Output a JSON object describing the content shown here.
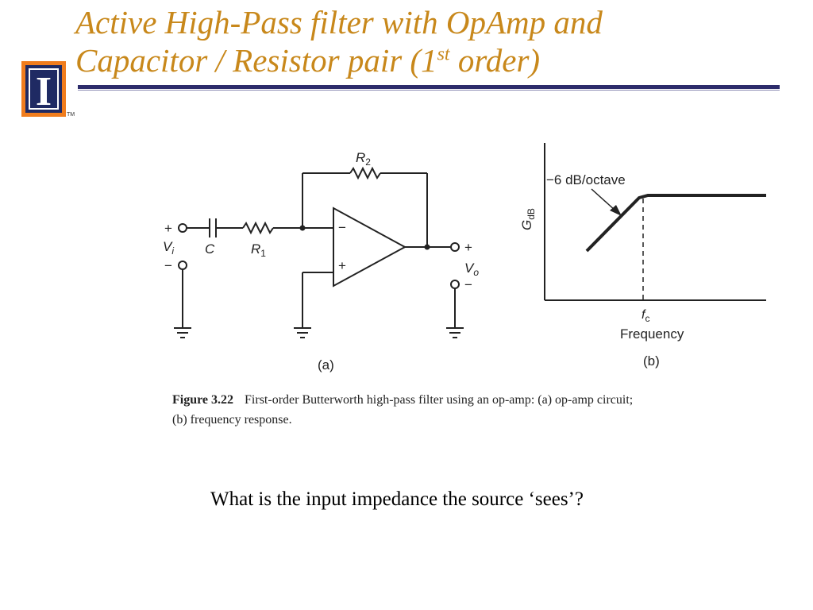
{
  "slide": {
    "title_line1": "Active High-Pass filter with OpAmp and",
    "title_line2_pre": "Capacitor / Resistor pair (1",
    "title_sup": "st",
    "title_line2_post": " order)",
    "logo_letter": "I",
    "trademark": "TM",
    "question": "What is the input impedance the source ‘sees’?"
  },
  "circuit": {
    "r2_label": "R2",
    "vi_plus": "+",
    "vi_minus": "−",
    "c_label": "C",
    "r1_label": "R1",
    "opamp_minus": "−",
    "opamp_plus": "+",
    "vo_plus": "+",
    "vo_minus": "−",
    "panel_label": "(a)"
  },
  "chart_data": {
    "type": "line",
    "slope_label": "−6 dB/octave",
    "ylabel": "GdB",
    "xlabel": "Frequency",
    "xtick": "fc",
    "panel_label": "(b)"
  },
  "caption": {
    "figure_label": "Figure 3.22",
    "text_line1": "First-order Butterworth high-pass filter using an op-amp: (a) op-amp circuit;",
    "text_line2": "(b) frequency response."
  },
  "colors": {
    "title": "#c8881b",
    "rule": "#2d2c6b",
    "logo_bg": "#f07d1e",
    "logo_fg": "#1f2a63"
  }
}
